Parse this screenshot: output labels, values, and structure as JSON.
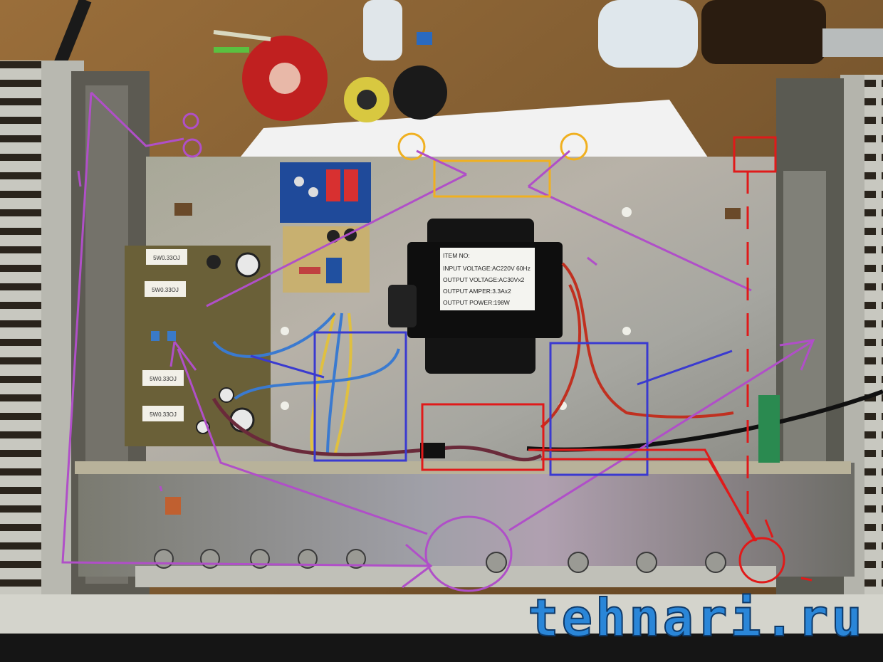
{
  "transformer_label": {
    "lines": [
      "ITEM NO:",
      "INPUT VOLTAGE:AC220V 60Hz",
      "OUTPUT VOLTAGE:AC30Vx2",
      "OUTPUT AMPER:3.3Ax2",
      "OUTPUT POWER:198W"
    ]
  },
  "amp_board": {
    "resistor_labels": [
      "5W0.33OJ",
      "5W0.33OJ",
      "5W0.33OJ",
      "5W0.33OJ"
    ]
  },
  "watermark": "tehnari.ru",
  "annotation_colors": {
    "purple": "#b04fc8",
    "yellow": "#f0b020",
    "red": "#e01a1a",
    "blue": "#3a3ad0"
  }
}
